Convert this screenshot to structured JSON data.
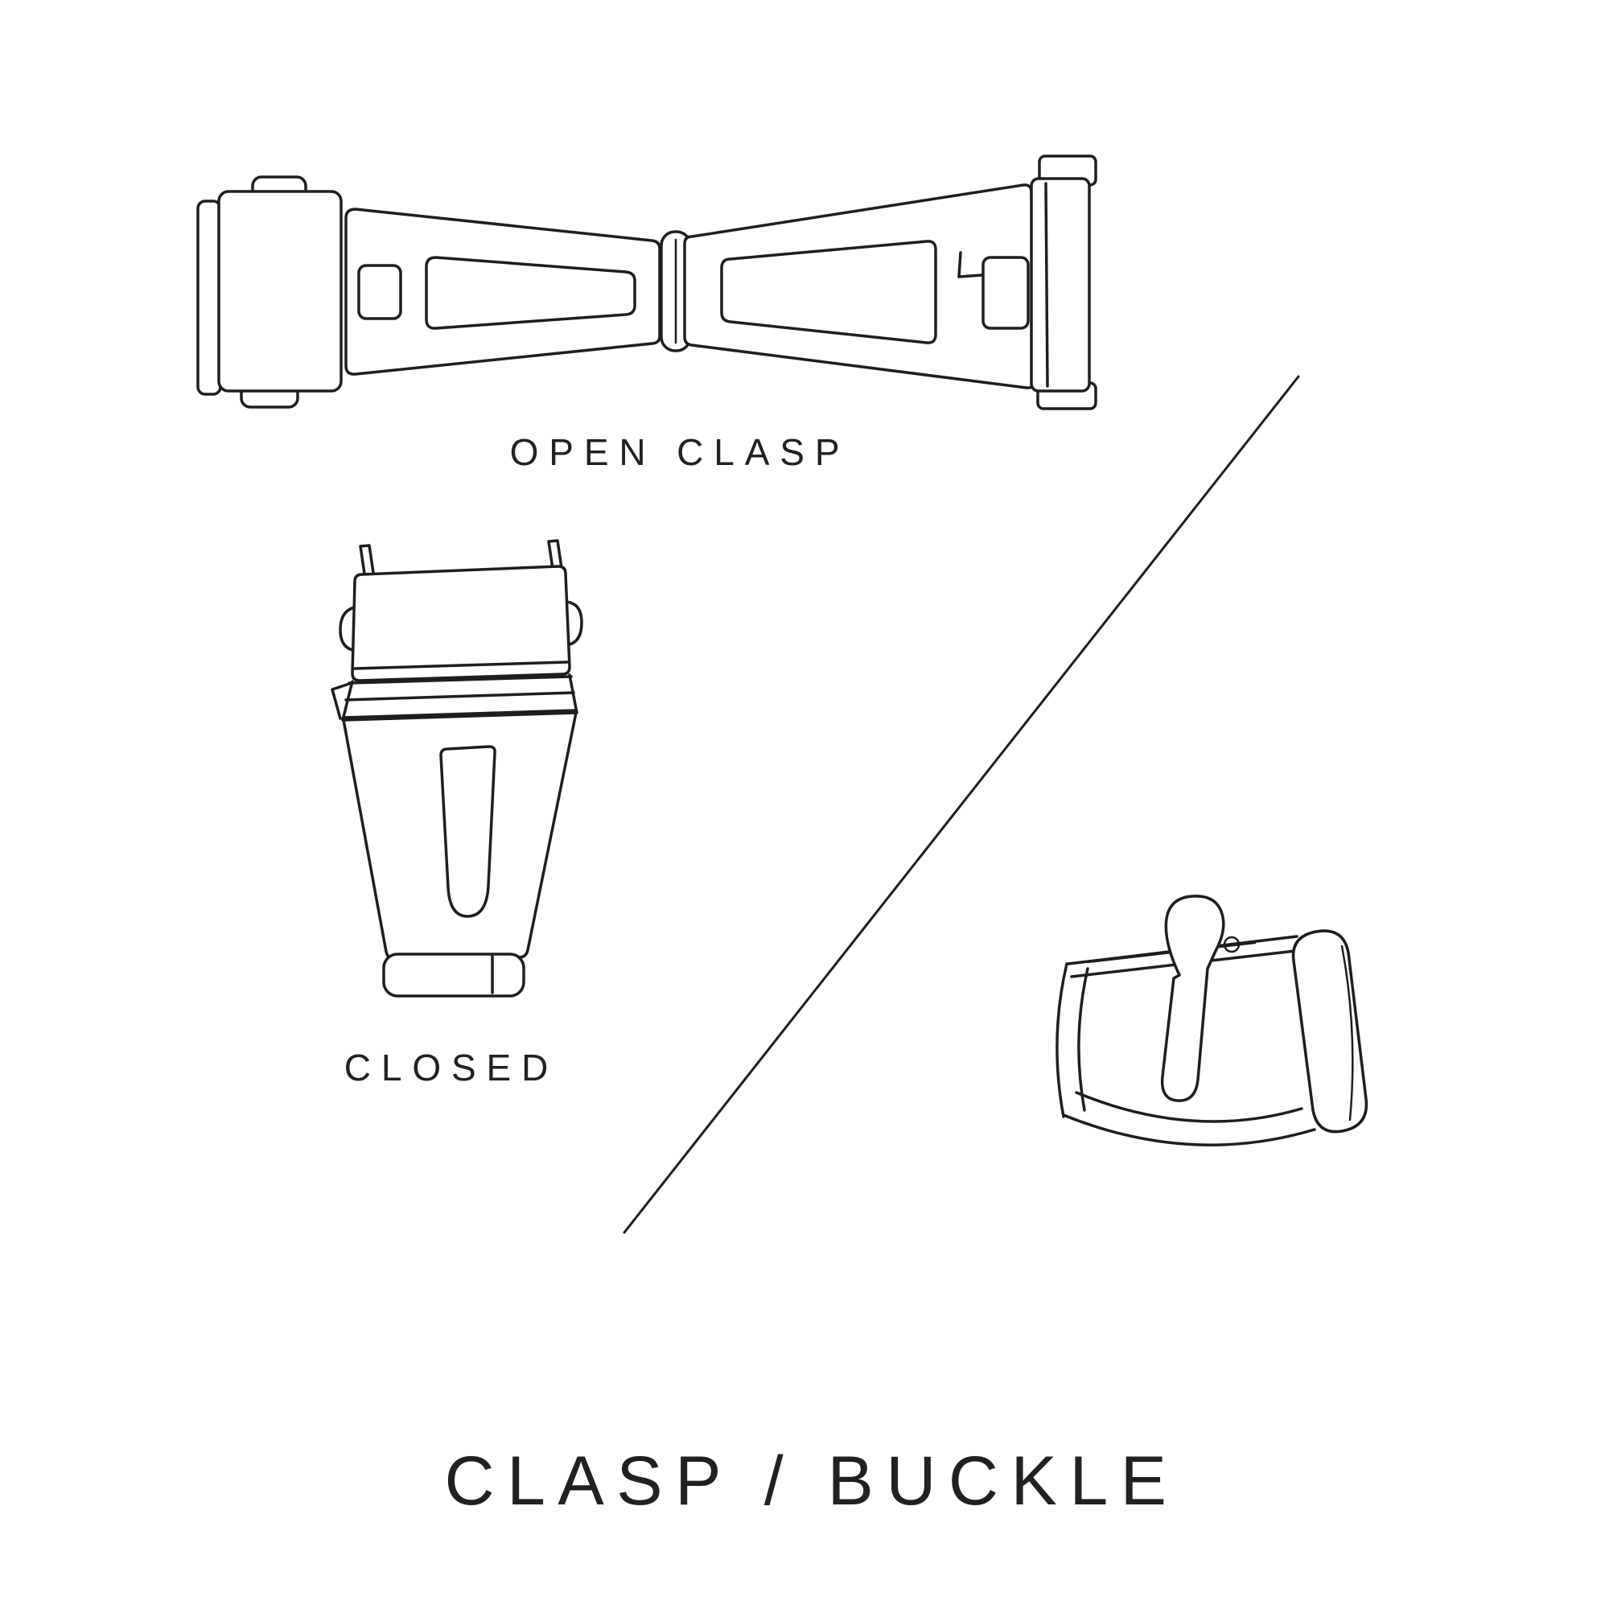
{
  "page": {
    "background_color": "#ffffff",
    "line_color": "#1e1e1e",
    "text_color": "#212121"
  },
  "title": {
    "text": "CLASP / BUCKLE"
  },
  "figures": {
    "open_clasp": {
      "label": "OPEN CLASP",
      "icon": "open-clasp-illustration"
    },
    "closed_clasp": {
      "label": "CLOSED",
      "icon": "closed-clasp-illustration"
    },
    "buckle": {
      "icon": "tang-buckle-illustration"
    }
  },
  "divider": {
    "icon": "diagonal-divider-line"
  }
}
